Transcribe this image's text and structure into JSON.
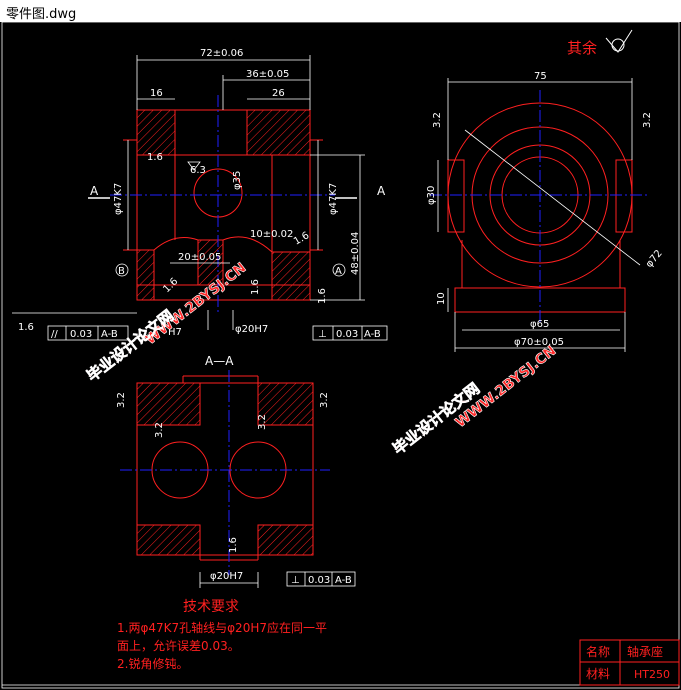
{
  "window": {
    "title": "零件图.dwg"
  },
  "colors": {
    "outline": "#ff2020",
    "center": "#2020ff",
    "dim": "#ffffff",
    "hatch": "#ff2020",
    "wm": "#ff2a2a"
  },
  "roughness_other": "其余",
  "front_view": {
    "dim_top_total": "72±0.06",
    "dim_36": "36±0.05",
    "dim_16": "16",
    "dim_26": "26",
    "r16_a": "1.6",
    "r63": "6.3",
    "section_mark_left": "A",
    "section_mark_right": "A",
    "dia47_left": "φ47K7",
    "dia47_right": "φ47K7",
    "dia35": "φ35",
    "dim_10": "10±0.02",
    "dim_20": "20±0.05",
    "r16_b": "1.6",
    "r16_c": "1.6",
    "r16_d": "1.6",
    "r16_e": "1.6",
    "dim_48": "48±0.04",
    "datum_b": "B",
    "datum_a": "A",
    "r16_left": "1.6",
    "tol_left_sym": "//",
    "tol_left_val": "0.03",
    "tol_left_ref": "A-B",
    "dia20": "φ20H7",
    "tol_right_sym": "⊥",
    "tol_right_val": "0.03",
    "tol_right_ref": "A-B",
    "dim_h7": "H7"
  },
  "side_view": {
    "dim_75": "75",
    "r32_l": "3.2",
    "r32_r": "3.2",
    "dia30": "φ30",
    "dia72": "φ72",
    "dim_10": "10",
    "dia65": "φ65",
    "dia70": "φ70±0.05"
  },
  "section_view": {
    "title": "A—A",
    "r32_a": "3.2",
    "r32_b": "3.2",
    "r32_c": "3.2",
    "r32_d": "3.2",
    "r16": "1.6",
    "dia20": "φ20H7",
    "tol_sym": "⊥",
    "tol_val": "0.03",
    "tol_ref": "A-B"
  },
  "tech_req": {
    "heading": "技术要求",
    "line1": "1.两φ47K7孔轴线与φ20H7应在同一平",
    "line2": "面上，允许误差0.03。",
    "line3": "2.锐角修钝。"
  },
  "title_block": {
    "name_label": "名称",
    "name_value": "轴承座",
    "material_label": "材料",
    "material_value": "HT250"
  },
  "watermarks": {
    "site1": "WWW.2BYSJ.CN",
    "cn1": "毕业设计论文网",
    "site2": "WWW.2BYSJ.CN",
    "cn2": "毕业设计论文网"
  }
}
